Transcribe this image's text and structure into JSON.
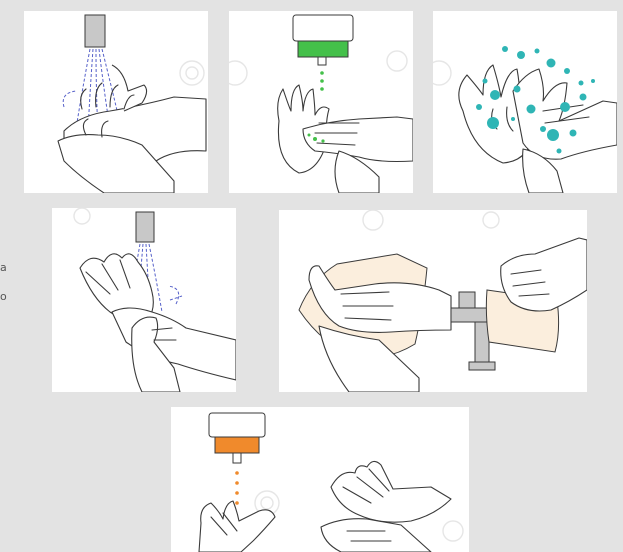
{
  "colors": {
    "background": "#e3e3e3",
    "panel": "#ffffff",
    "line": "#3a3a3a",
    "water": "#5560c9",
    "soap_green": "#44c04a",
    "germ_teal": "#2fb5b5",
    "soap_orange": "#f08a2c",
    "towel": "#fbeedd",
    "faucet": "#c8c8c8"
  },
  "edge_glyphs": {
    "top": "a",
    "bottom": "o"
  },
  "panels": [
    {
      "step": "wet-hands",
      "icon": "faucet-water-icon"
    },
    {
      "step": "apply-soap",
      "icon": "soap-dispenser-green-icon"
    },
    {
      "step": "scrub-germs",
      "icon": "germs-icon"
    },
    {
      "step": "rinse-hands",
      "icon": "faucet-rinse-icon"
    },
    {
      "step": "dry-towel",
      "icon": "paper-towel-icon"
    },
    {
      "step": "sanitize",
      "icon": "sanitizer-orange-icon"
    }
  ]
}
